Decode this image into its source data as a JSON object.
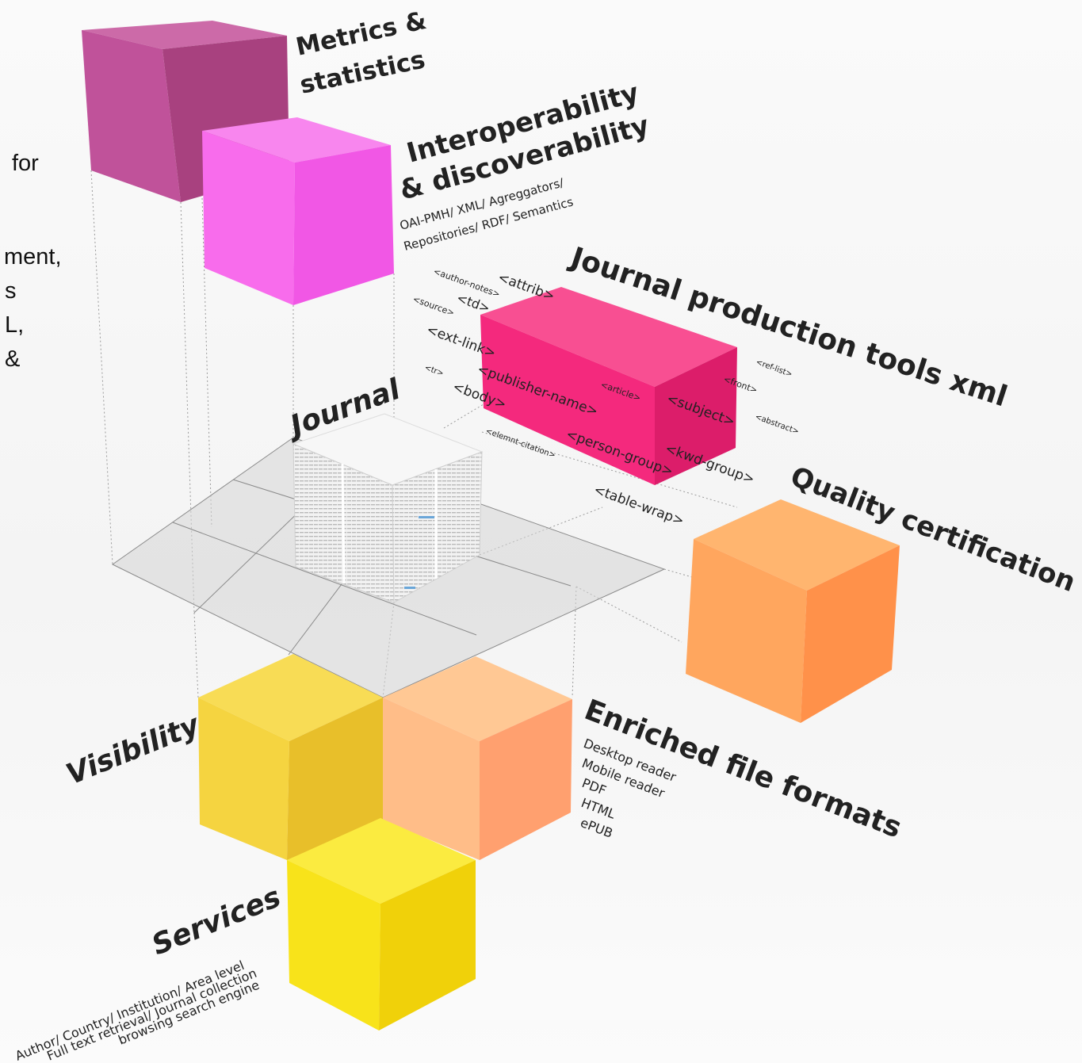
{
  "side_text": [
    "for",
    "ment,",
    "s",
    "L,",
    "&"
  ],
  "sections": {
    "metrics": {
      "title_l1": "Metrics &",
      "title_l2": "statistics",
      "color": "#b94a91"
    },
    "interop": {
      "title_l1": "Interoperability",
      "title_l2": "& discoverability",
      "sub_l1": "OAI-PMH/ XML/ Agreggators/",
      "sub_l2": "Repositories/ RDF/ Semantics",
      "color": "#f45ee6"
    },
    "production": {
      "title": "Journal production tools xml",
      "color": "#f42a7d"
    },
    "journal": {
      "title": "Journal"
    },
    "quality": {
      "title": "Quality certification",
      "color": "#ff9d56"
    },
    "enriched": {
      "title": "Enriched file formats",
      "items": [
        "Desktop reader",
        "Mobile reader",
        "PDF",
        "HTML",
        "ePUB"
      ],
      "color": "#ffab7c"
    },
    "visibility": {
      "title": "Visibility",
      "color": "#f6d03a"
    },
    "services": {
      "title": "Services",
      "sub_l1": "Author/ Country/ Institution/ Area level",
      "sub_l2": "Full text retrieval/ Journal collection",
      "sub_l3": "browsing search engine",
      "color": "#f8e01a"
    }
  },
  "xml_tags": {
    "author_notes": "<author-notes>",
    "attrib": "<attrib>",
    "source": "<source>",
    "td": "<td>",
    "ext_link": "<ext-link>",
    "tr": "<tr>",
    "publisher_name": "<publisher-name>",
    "body": "<body>",
    "article": "<article>",
    "elemnt_citation": "<elemnt-citation>",
    "subject": "<subject>",
    "person_group": "<person-group>",
    "kwd_group": "<kwd-group>",
    "table_wrap": "<table-wrap>",
    "ref_list": "<ref-list>",
    "front": "<front>",
    "abstract": "<abstract>"
  }
}
